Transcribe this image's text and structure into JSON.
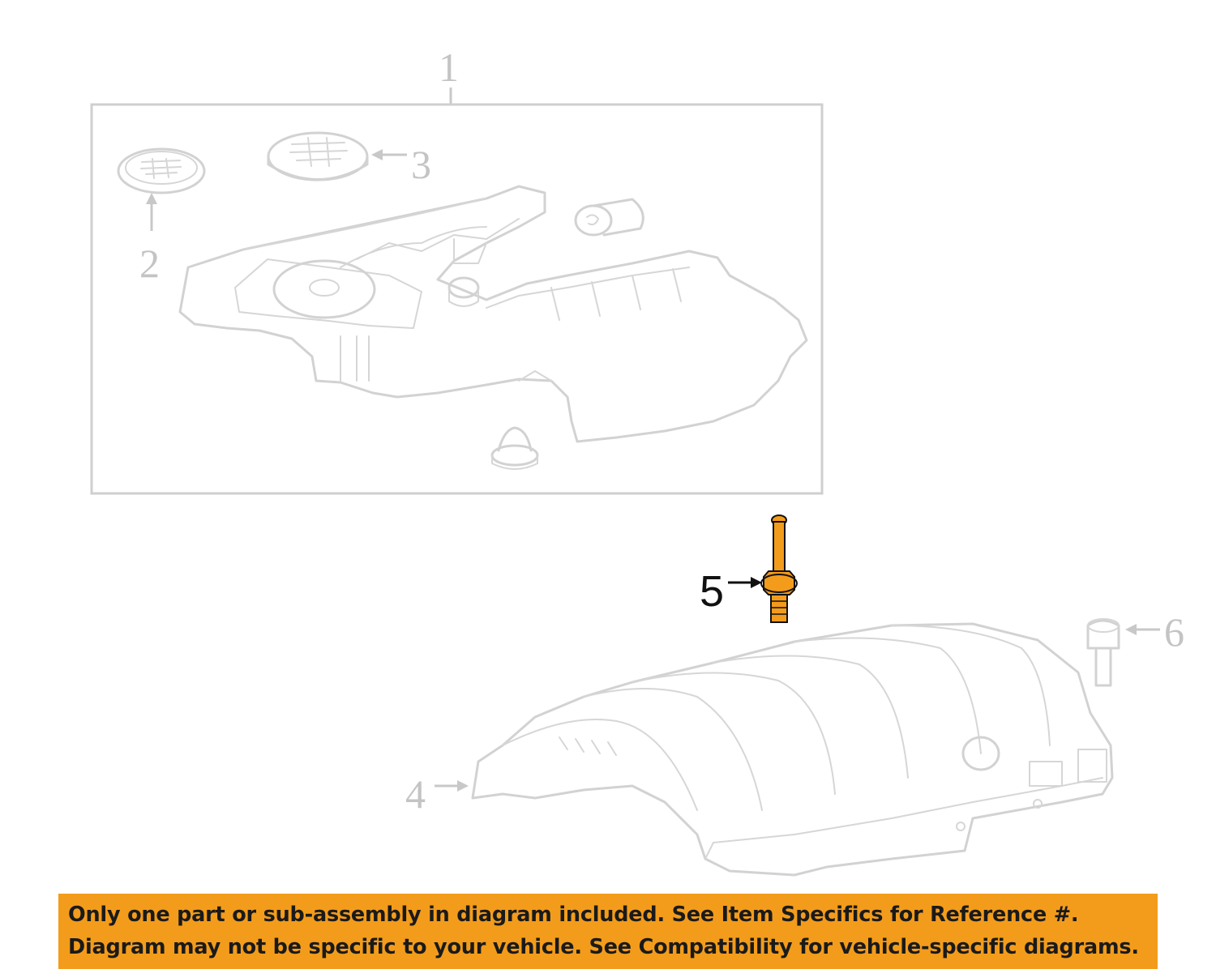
{
  "callouts": [
    {
      "id": "1",
      "label": "1"
    },
    {
      "id": "2",
      "label": "2"
    },
    {
      "id": "3",
      "label": "3"
    },
    {
      "id": "4",
      "label": "4"
    },
    {
      "id": "5",
      "label": "5"
    },
    {
      "id": "6",
      "label": "6"
    }
  ],
  "highlight_color": "#f39c1b",
  "disclaimer": {
    "line1": "Only one part or sub-assembly in diagram included. See Item Specifics for Reference #.",
    "line2": "Diagram may not be specific to your vehicle. See Compatibility for vehicle-specific diagrams."
  }
}
